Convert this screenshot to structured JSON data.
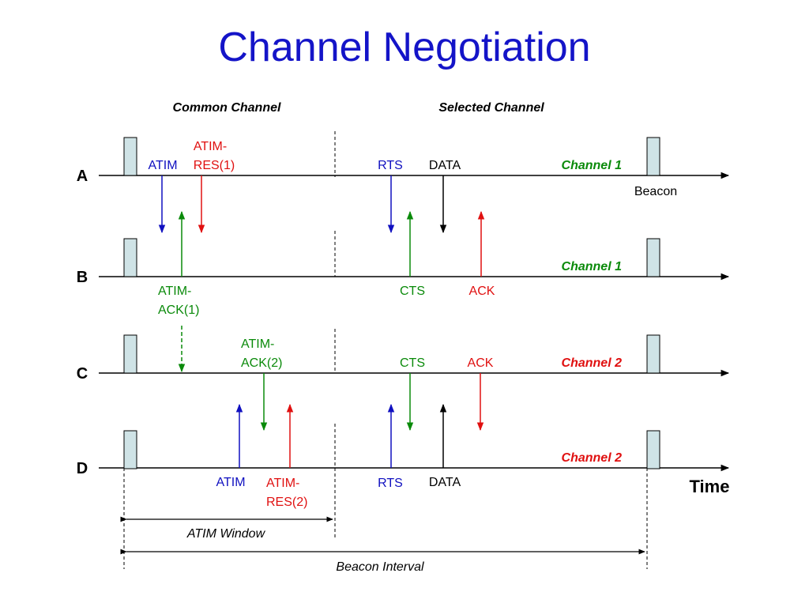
{
  "title": "Channel Negotiation",
  "sections": {
    "common": "Common Channel",
    "selected": "Selected Channel"
  },
  "nodes": [
    "A",
    "B",
    "C",
    "D"
  ],
  "channels": [
    "Channel 1",
    "Channel 1",
    "Channel 2",
    "Channel 2"
  ],
  "labels": {
    "atim_a": "ATIM",
    "atim_res1_l1": "ATIM-",
    "atim_res1_l2": "RES(1)",
    "rts_a": "RTS",
    "data_a": "DATA",
    "beacon": "Beacon",
    "atim_ack1_l1": "ATIM-",
    "atim_ack1_l2": "ACK(1)",
    "cts_b": "CTS",
    "ack_b": "ACK",
    "atim_ack2_l1": "ATIM-",
    "atim_ack2_l2": "ACK(2)",
    "cts_c": "CTS",
    "ack_c": "ACK",
    "atim_d": "ATIM",
    "atim_res2_l1": "ATIM-",
    "atim_res2_l2": "RES(2)",
    "rts_d": "RTS",
    "data_d": "DATA",
    "time": "Time",
    "atim_window": "ATIM Window",
    "beacon_interval": "Beacon Interval"
  },
  "colors": {
    "title": "#1414c8",
    "blue": "#1010c0",
    "red": "#e01010",
    "green": "#0a8a0a",
    "black": "#000000",
    "beacon_fill": "#cfe3e6"
  }
}
